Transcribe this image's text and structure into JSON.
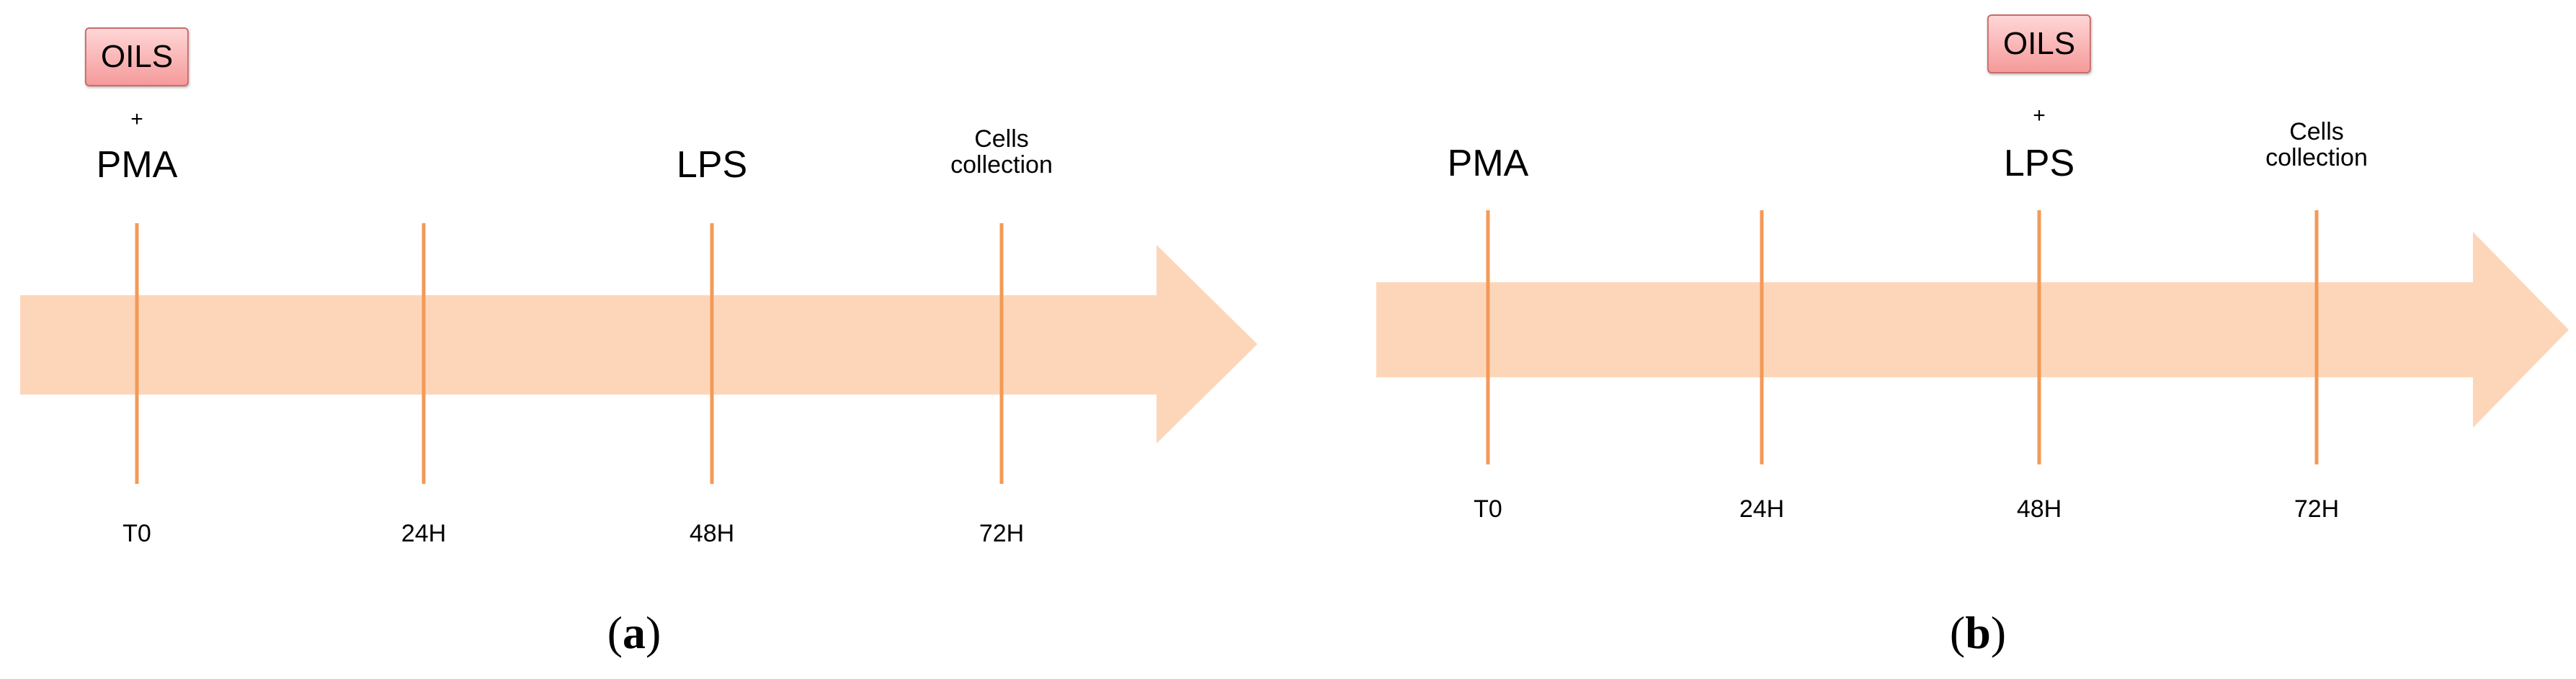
{
  "panels": [
    {
      "id": "a",
      "caption_letter": "a",
      "oils_label": "OILS",
      "plus": "+",
      "events": [
        "PMA",
        "LPS"
      ],
      "collection_label": [
        "Cells",
        "collection"
      ],
      "timepoints": [
        "T0",
        "24H",
        "48H",
        "72H"
      ]
    },
    {
      "id": "b",
      "caption_letter": "b",
      "oils_label": "OILS",
      "plus": "+",
      "events": [
        "PMA",
        "LPS"
      ],
      "collection_label": [
        "Cells",
        "collection"
      ],
      "timepoints": [
        "T0",
        "24H",
        "48H",
        "72H"
      ]
    }
  ],
  "colors": {
    "arrow_fill": "#fdd6b9",
    "timeline_tick": "#f39a57",
    "oils_box_fill": "#f7b2b2",
    "oils_box_border": "#c96b6b"
  }
}
